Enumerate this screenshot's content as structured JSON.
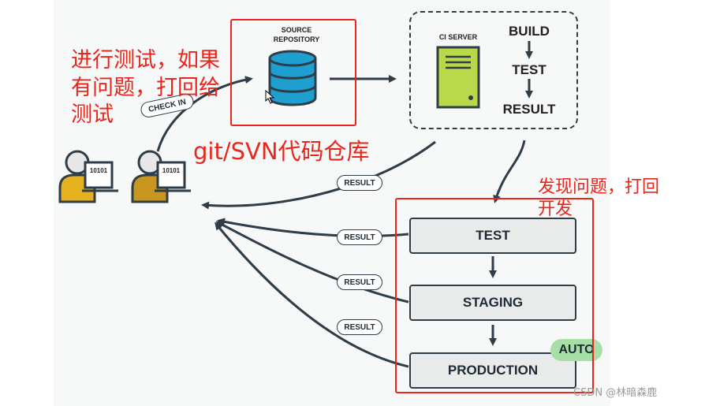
{
  "diagram": {
    "source_repo": {
      "line1": "SOURCE",
      "line2": "REPOSITORY"
    },
    "ci_server": {
      "label": "CI SERVER",
      "steps": [
        "BUILD",
        "TEST",
        "RESULT"
      ]
    },
    "check_in_label": "CHECK IN",
    "developer_code": "10101",
    "result_label": "RESULT",
    "stages": [
      "TEST",
      "STAGING",
      "PRODUCTION"
    ],
    "auto_badge": "AUTO"
  },
  "annotations": {
    "test_issue_note": [
      "进行测试，如果",
      "有问题，打回给",
      "测试"
    ],
    "repo_note": "git/SVN代码仓库",
    "dev_issue_note": [
      "发现问题，打回",
      "开发"
    ]
  },
  "watermark": "CSDN @林暗森鹿",
  "colors": {
    "accent_red": "#e8261c",
    "database_blue": "#1f9fd0",
    "server_green": "#b9d94a",
    "avatar_yellow": "#e5b120",
    "auto_green": "#a6e0a6",
    "arrow_dark": "#2e3d47"
  }
}
